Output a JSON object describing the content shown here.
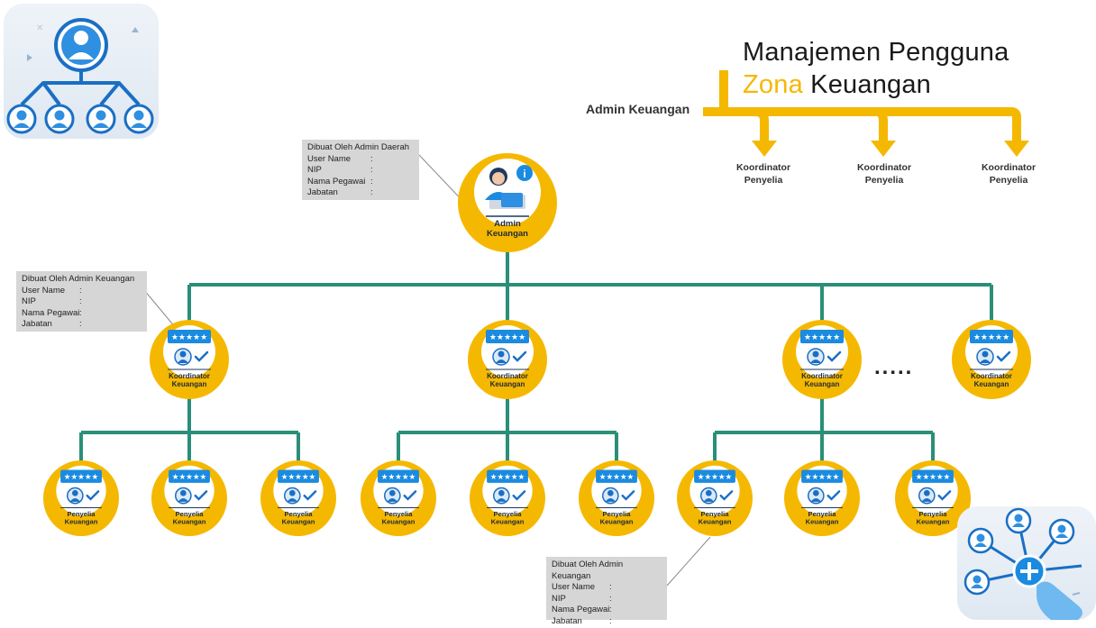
{
  "title": {
    "line1": "Manajemen Pengguna",
    "line2_accent": "Zona",
    "line2_rest": "Keuangan"
  },
  "flow": {
    "source": "Admin Keuangan",
    "targets": [
      {
        "line1": "Koordinator",
        "line2": "Penyelia"
      },
      {
        "line1": "Koordinator",
        "line2": "Penyelia"
      },
      {
        "line1": "Koordinator",
        "line2": "Penyelia"
      }
    ]
  },
  "root": {
    "line1": "Admin",
    "line2": "Keuangan"
  },
  "coordinators": [
    {
      "line1": "Koordinator",
      "line2": "Keuangan"
    },
    {
      "line1": "Koordinator",
      "line2": "Keuangan"
    },
    {
      "line1": "Koordinator",
      "line2": "Keuangan"
    },
    {
      "line1": "Koordinator",
      "line2": "Keuangan"
    }
  ],
  "ellipsis": ".....",
  "supervisors": [
    {
      "line1": "Penyelia",
      "line2": "Keuangan"
    },
    {
      "line1": "Penyelia",
      "line2": "Keuangan"
    },
    {
      "line1": "Penyelia",
      "line2": "Keuangan"
    },
    {
      "line1": "Penyelia",
      "line2": "Keuangan"
    },
    {
      "line1": "Penyelia",
      "line2": "Keuangan"
    },
    {
      "line1": "Penyelia",
      "line2": "Keuangan"
    },
    {
      "line1": "Penyelia",
      "line2": "Keuangan"
    },
    {
      "line1": "Penyelia",
      "line2": "Keuangan"
    },
    {
      "line1": "Penyelia",
      "line2": "Keuangan"
    }
  ],
  "stars": "★★★★★",
  "info_boxes": [
    {
      "header": "Dibuat Oleh Admin Daerah",
      "fields": [
        {
          "label": "User Name",
          "sep": ":"
        },
        {
          "label": "NIP",
          "sep": ":"
        },
        {
          "label": "Nama Pegawai",
          "sep": ":"
        },
        {
          "label": "Jabatan",
          "sep": ":"
        }
      ]
    },
    {
      "header": "Dibuat Oleh Admin Keuangan",
      "fields": [
        {
          "label": "User Name",
          "sep": ":"
        },
        {
          "label": "NIP",
          "sep": ":"
        },
        {
          "label": "Nama Pegawai",
          "sep": ":"
        },
        {
          "label": "Jabatan",
          "sep": ":"
        }
      ]
    },
    {
      "header": "Dibuat Oleh Admin Keuangan",
      "fields": [
        {
          "label": "User Name",
          "sep": ":"
        },
        {
          "label": "NIP",
          "sep": ":"
        },
        {
          "label": "Nama Pegawai",
          "sep": ":"
        },
        {
          "label": "Jabatan",
          "sep": ":"
        }
      ]
    }
  ],
  "colors": {
    "node_fill": "#f5b800",
    "connector": "#2a8f78",
    "arrow": "#f5b800",
    "accent_blue": "#1a8be0",
    "info_box": "#d6d6d6"
  },
  "icons": {
    "hierarchy": "org-hierarchy-icon",
    "add_user": "add-user-network-icon"
  }
}
